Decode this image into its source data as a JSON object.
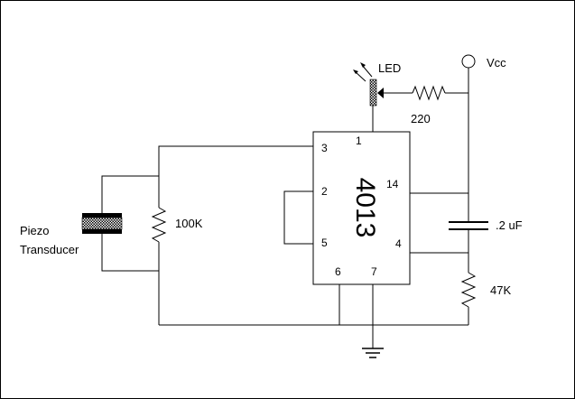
{
  "labels": {
    "vcc": "Vcc",
    "led": "LED",
    "r_led": "220",
    "r_piezo": "100K",
    "piezo_line1": "Piezo",
    "piezo_line2": "Transducer",
    "cap": ".2 uF",
    "r_bottom": "47K"
  },
  "ic": {
    "part": "4013",
    "pins": [
      "1",
      "2",
      "3",
      "4",
      "5",
      "6",
      "7",
      "14"
    ]
  }
}
